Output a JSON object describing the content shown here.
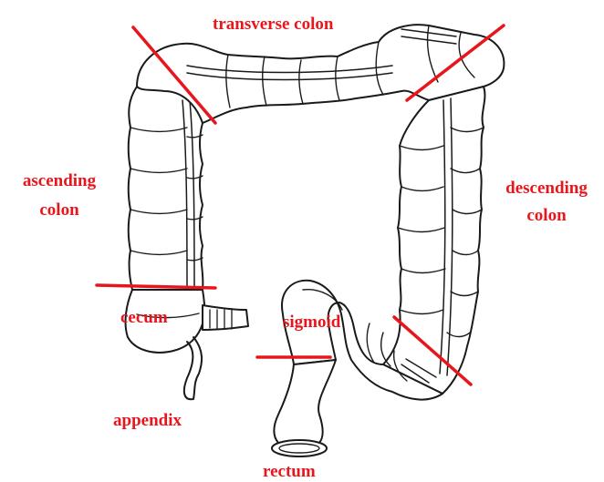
{
  "diagram": {
    "labels": {
      "transverse": "transverse colon",
      "ascending_1": "ascending",
      "ascending_2": "colon",
      "descending_1": "descending",
      "descending_2": "colon",
      "cecum": "cecum",
      "sigmoid": "sigmoid",
      "appendix": "appendix",
      "rectum": "rectum"
    },
    "colors": {
      "label": "#e8161c",
      "boundary_line": "#e8161c",
      "outline": "#1a1a1a",
      "tissue": "#ffffff"
    }
  }
}
